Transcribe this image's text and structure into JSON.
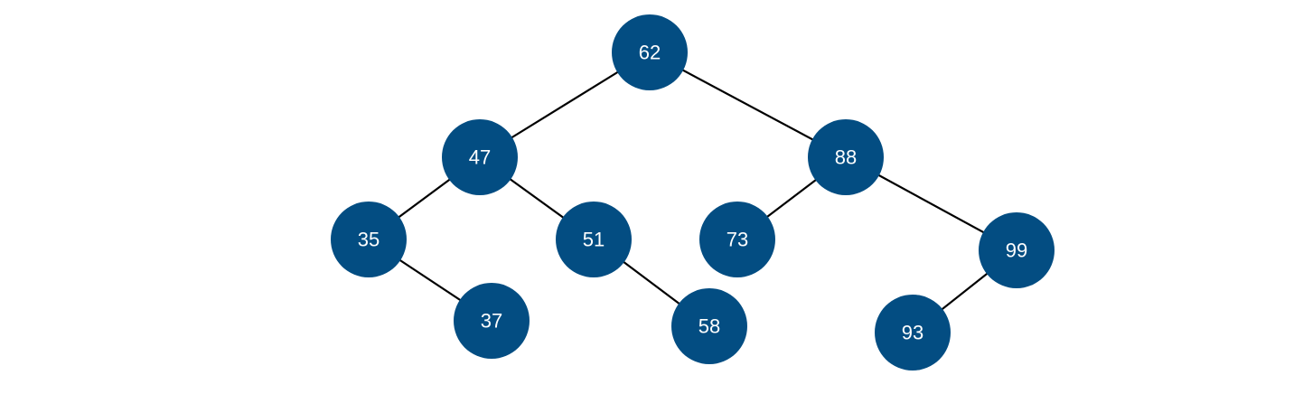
{
  "diagram": {
    "type": "binary-search-tree",
    "node_color": "#034d82",
    "label_color": "#ffffff",
    "edge_color": "#000000",
    "nodes": [
      {
        "id": "n62",
        "label": "62"
      },
      {
        "id": "n47",
        "label": "47"
      },
      {
        "id": "n88",
        "label": "88"
      },
      {
        "id": "n35",
        "label": "35"
      },
      {
        "id": "n51",
        "label": "51"
      },
      {
        "id": "n73",
        "label": "73"
      },
      {
        "id": "n99",
        "label": "99"
      },
      {
        "id": "n37",
        "label": "37"
      },
      {
        "id": "n58",
        "label": "58"
      },
      {
        "id": "n93",
        "label": "93"
      }
    ],
    "edges": [
      {
        "from": "n62",
        "to": "n47"
      },
      {
        "from": "n62",
        "to": "n88"
      },
      {
        "from": "n47",
        "to": "n35"
      },
      {
        "from": "n47",
        "to": "n51"
      },
      {
        "from": "n88",
        "to": "n73"
      },
      {
        "from": "n88",
        "to": "n99"
      },
      {
        "from": "n35",
        "to": "n37"
      },
      {
        "from": "n51",
        "to": "n58"
      },
      {
        "from": "n99",
        "to": "n93"
      }
    ]
  }
}
